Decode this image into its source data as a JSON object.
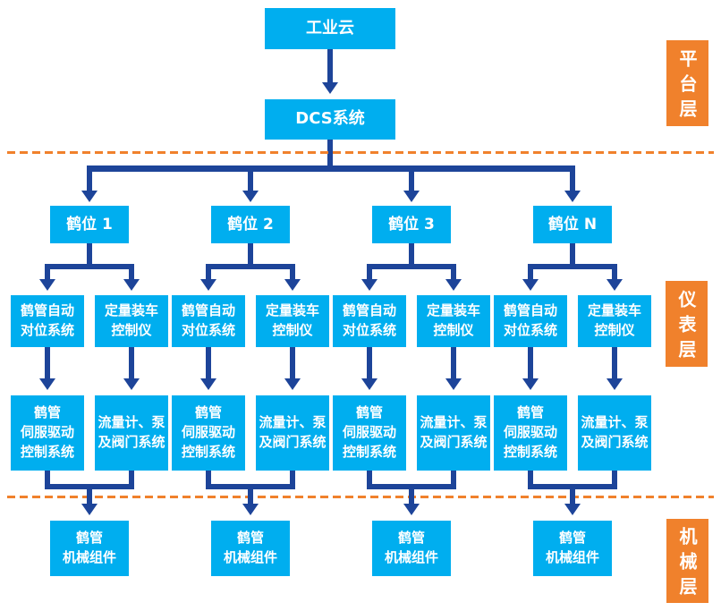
{
  "colors": {
    "node_fill": "#00AEEF",
    "connector": "#1D4499",
    "layer_accent": "#F0812C",
    "node_text": "#FFFFFF"
  },
  "platform": {
    "cloud": "工业云",
    "dcs": "DCS系统"
  },
  "layers": {
    "platform": "平台层",
    "instrument": "仪表层",
    "mechanical": "机械层"
  },
  "columns": [
    {
      "station": "鹤位 1",
      "aligner": "鹤管自动\n对位系统",
      "loader": "定量装车\n控制仪",
      "servo": "鹤管\n伺服驱动\n控制系统",
      "flow": "流量计、泵\n及阀门系统",
      "mech": "鹤管\n机械组件"
    },
    {
      "station": "鹤位 2",
      "aligner": "鹤管自动\n对位系统",
      "loader": "定量装车\n控制仪",
      "servo": "鹤管\n伺服驱动\n控制系统",
      "flow": "流量计、泵\n及阀门系统",
      "mech": "鹤管\n机械组件"
    },
    {
      "station": "鹤位 3",
      "aligner": "鹤管自动\n对位系统",
      "loader": "定量装车\n控制仪",
      "servo": "鹤管\n伺服驱动\n控制系统",
      "flow": "流量计、泵\n及阀门系统",
      "mech": "鹤管\n机械组件"
    },
    {
      "station": "鹤位 N",
      "aligner": "鹤管自动\n对位系统",
      "loader": "定量装车\n控制仪",
      "servo": "鹤管\n伺服驱动\n控制系统",
      "flow": "流量计、泵\n及阀门系统",
      "mech": "鹤管\n机械组件"
    }
  ]
}
